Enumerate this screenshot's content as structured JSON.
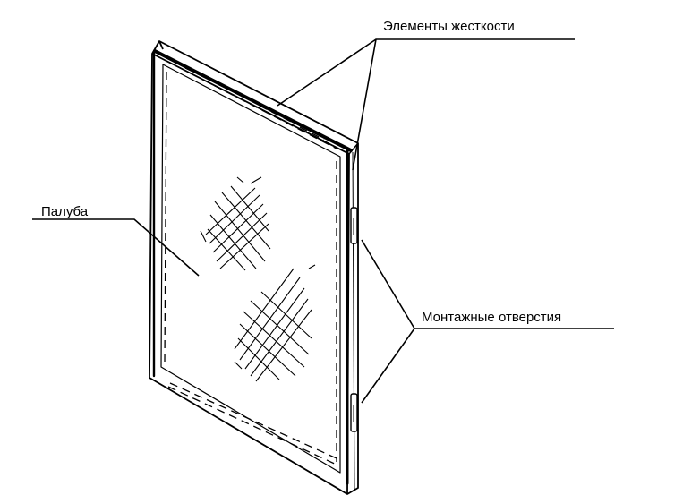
{
  "labels": {
    "stiffeners": "Элементы жесткости",
    "deck": "Палуба",
    "mounting_holes": "Монтажные отверстия"
  }
}
